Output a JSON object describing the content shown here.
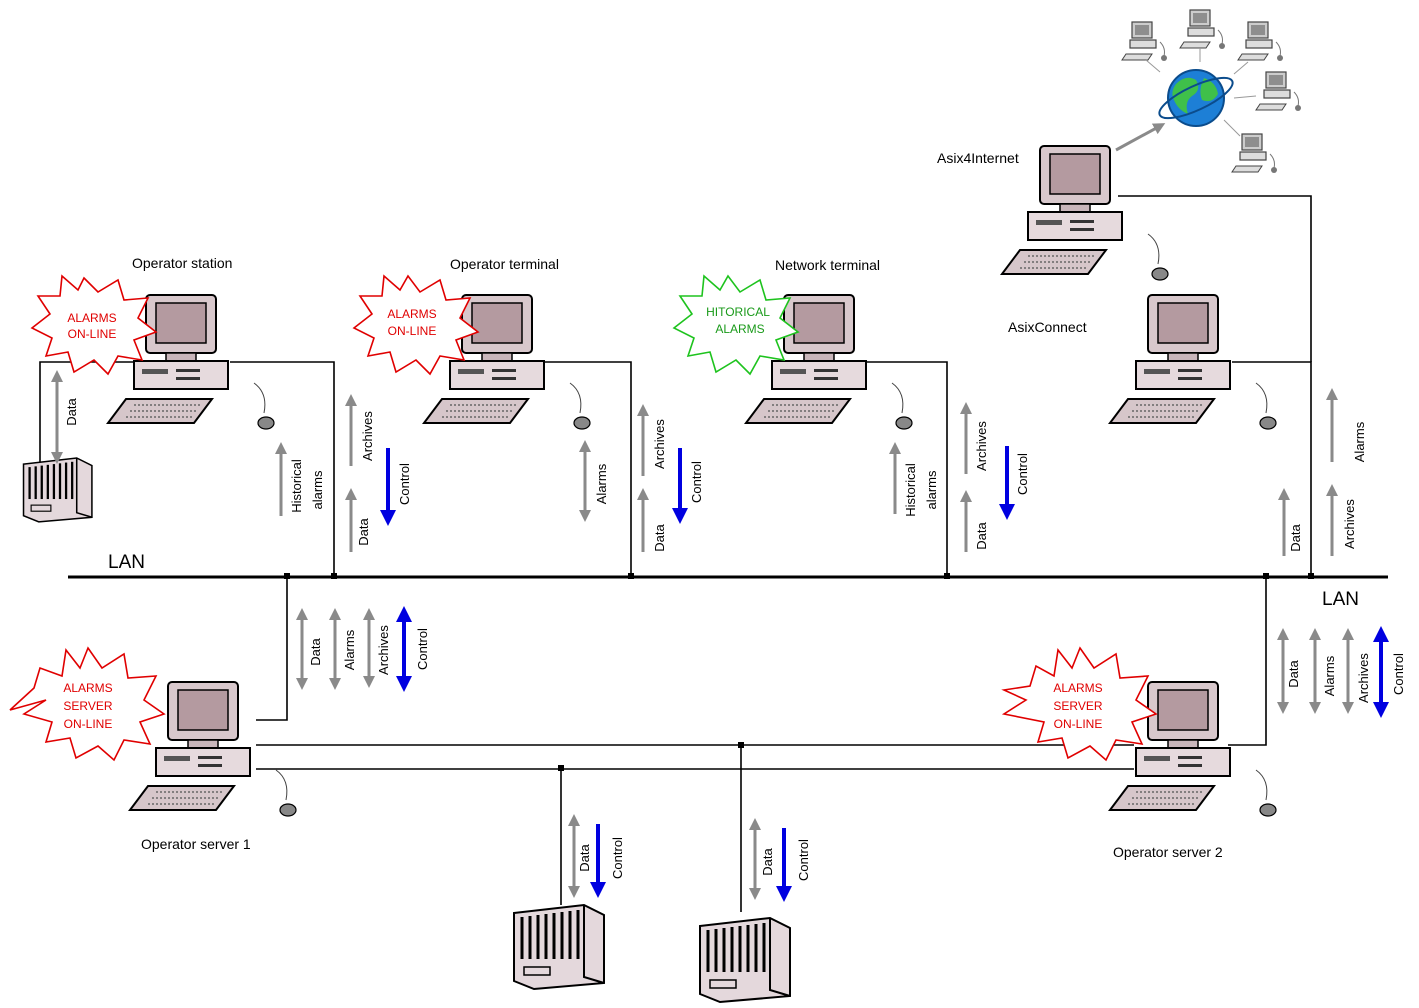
{
  "labels": {
    "operator_station": "Operator station",
    "operator_terminal": "Operator terminal",
    "network_terminal": "Network terminal",
    "asix4internet": "Asix4Internet",
    "asixconnect": "AsixConnect",
    "operator_server_1": "Operator server 1",
    "operator_server_2": "Operator server 2",
    "lan_left": "LAN",
    "lan_right": "LAN"
  },
  "bursts": {
    "alarms_online": [
      "ALARMS",
      "ON-LINE"
    ],
    "historical_alarms": [
      "HITORICAL",
      "ALARMS"
    ],
    "alarms_server_online": [
      "ALARMS",
      "SERVER",
      "ON-LINE"
    ]
  },
  "flows": {
    "data": "Data",
    "archives": "Archives",
    "control": "Control",
    "alarms": "Alarms",
    "historical": "Historical",
    "historical_alarms": "alarms"
  },
  "colors": {
    "flow_gray": "#8a8a8a",
    "control_blue": "#0000e0",
    "burst_red": "#e00000",
    "burst_green": "#1ec31e",
    "monitor": "#b49aa0",
    "globe": "#1d7fd6"
  },
  "icons": {
    "computer": "workstation-icon",
    "controller": "plc-controller-icon",
    "globe": "globe-icon",
    "remote_client": "remote-pc-icon"
  }
}
